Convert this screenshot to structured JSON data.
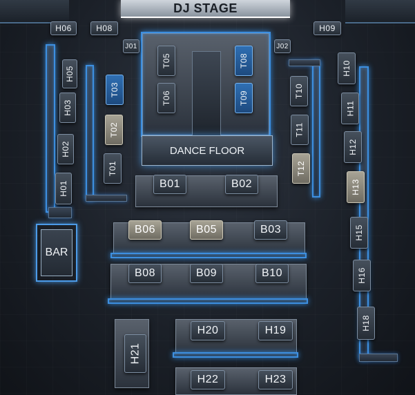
{
  "stage_label": "DJ STAGE",
  "dance_floor_label": "DANCE FLOOR",
  "bar_label": "BAR",
  "tables": {
    "H06": "H06",
    "H08": "H08",
    "H09": "H09",
    "J01": "J01",
    "J02": "J02",
    "H05": "H05",
    "H03": "H03",
    "H02": "H02",
    "H01": "H01",
    "T03": "T03",
    "T02": "T02",
    "T01": "T01",
    "T05": "T05",
    "T06": "T06",
    "T08": "T08",
    "T09": "T09",
    "T10": "T10",
    "T11": "T11",
    "T12": "T12",
    "H10": "H10",
    "H11": "H11",
    "H12": "H12",
    "H13": "H13",
    "H15": "H15",
    "H16": "H16",
    "H18": "H18",
    "B01": "B01",
    "B02": "B02",
    "B06": "B06",
    "B05": "B05",
    "B03": "B03",
    "B08": "B08",
    "B09": "B09",
    "B10": "B10",
    "H20": "H20",
    "H19": "H19",
    "H21": "H21",
    "H22": "H22",
    "H23": "H23"
  },
  "colors": {
    "accent_glow": "#3d8fe0",
    "seat_dark": "#262d36",
    "seat_light": "#a7a395",
    "seat_selected_blue": "#2f6fb3"
  }
}
